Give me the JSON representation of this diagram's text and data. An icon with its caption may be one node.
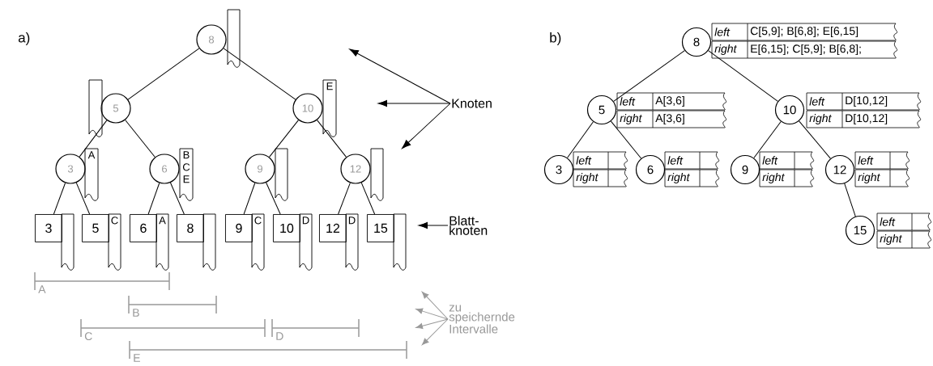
{
  "diagram": {
    "nodes": [
      {
        "text": [
          "8"
        ]
      },
      {
        "text": [
          "5"
        ]
      },
      {
        "text": [
          "10"
        ],
        "beside": [
          "E"
        ]
      },
      {
        "text": [
          "3"
        ],
        "beside": [
          "A"
        ]
      },
      {
        "text": [
          "6"
        ],
        "beside": [
          "B",
          "C",
          "E"
        ]
      },
      {
        "text": [
          "9"
        ]
      },
      {
        "text": [
          "12"
        ]
      },
      {
        "text": [
          "3"
        ]
      },
      {
        "text": [
          "5"
        ],
        "beside": [
          "C"
        ]
      },
      {
        "text": [
          "6"
        ],
        "beside": [
          "A"
        ]
      },
      {
        "text": [
          "8"
        ]
      },
      {
        "text": [
          "9"
        ],
        "beside": [
          "C"
        ]
      },
      {
        "text": [
          "10"
        ],
        "beside": [
          "D"
        ]
      },
      {
        "text": [
          "12"
        ],
        "beside": [
          "D"
        ]
      },
      {
        "text": [
          "15"
        ]
      },
      {
        "text": [
          "Knoten"
        ]
      },
      {
        "text": [
          "Blatt- knoten"
        ]
      },
      {
        "text": [
          "zu speichernde Intervalle"
        ]
      },
      {
        "text": [
          "8"
        ],
        "beside": [
          "left",
          "C[5,9]; B[6,8]; E[6,15]",
          "right",
          "E[6,15]; C[5,9]; B[6,8];"
        ]
      },
      {
        "text": [
          "5"
        ],
        "beside": [
          "left",
          "A[3,6]",
          "right",
          "A[3,6]"
        ]
      },
      {
        "text": [
          "10"
        ],
        "beside": [
          "left",
          "D[10,12]",
          "right",
          "D[10,12]"
        ]
      },
      {
        "text": [
          "3"
        ],
        "beside": [
          "left",
          "right"
        ]
      },
      {
        "text": [
          "6"
        ],
        "beside": [
          "left",
          "right"
        ]
      },
      {
        "text": [
          "9"
        ],
        "beside": [
          "left",
          "right"
        ]
      },
      {
        "text": [
          "12"
        ],
        "beside": [
          "left",
          "right"
        ]
      },
      {
        "text": [
          "15"
        ],
        "beside": [
          "left",
          "right"
        ]
      }
    ],
    "edges": [
      {
        "from": 0,
        "to": 1,
        "arrow": "none"
      },
      {
        "from": 0,
        "to": 2,
        "arrow": "none"
      },
      {
        "from": 1,
        "to": 3,
        "arrow": "none"
      },
      {
        "from": 1,
        "to": 4,
        "arrow": "none"
      },
      {
        "from": 2,
        "to": 5,
        "arrow": "none"
      },
      {
        "from": 2,
        "to": 6,
        "arrow": "none"
      },
      {
        "from": 3,
        "to": 7,
        "arrow": "none"
      },
      {
        "from": 3,
        "to": 8,
        "arrow": "none"
      },
      {
        "from": 4,
        "to": 9,
        "arrow": "none"
      },
      {
        "from": 4,
        "to": 10,
        "arrow": "none"
      },
      {
        "from": 5,
        "to": 11,
        "arrow": "none"
      },
      {
        "from": 5,
        "to": 12,
        "arrow": "none"
      },
      {
        "from": 6,
        "to": 13,
        "arrow": "none"
      },
      {
        "from": 6,
        "to": 14,
        "arrow": "none"
      },
      {
        "from": 15,
        "to": null,
        "arrow": "to"
      },
      {
        "from": 15,
        "to": null,
        "arrow": "to"
      },
      {
        "from": 15,
        "to": null,
        "arrow": "to"
      },
      {
        "from": 16,
        "to": null,
        "arrow": "to"
      },
      {
        "from": 17,
        "to": null,
        "arrow": "to",
        "color": "#999999"
      },
      {
        "from": 17,
        "to": null,
        "arrow": "to",
        "color": "#999999"
      },
      {
        "from": 17,
        "to": null,
        "arrow": "to",
        "color": "#999999"
      },
      {
        "from": 17,
        "to": null,
        "arrow": "to",
        "color": "#999999"
      },
      {
        "from": 18,
        "to": 19,
        "arrow": "none"
      },
      {
        "from": 18,
        "to": 20,
        "arrow": "none"
      },
      {
        "from": 19,
        "to": 21,
        "arrow": "none"
      },
      {
        "from": 19,
        "to": 22,
        "arrow": "none"
      },
      {
        "from": 20,
        "to": 23,
        "arrow": "none"
      },
      {
        "from": 20,
        "to": 24,
        "arrow": "none"
      },
      {
        "from": 24,
        "to": 25,
        "arrow": "none"
      }
    ],
    "labels": [
      "a)",
      "A",
      "B",
      "C",
      "D",
      "E",
      "b)"
    ]
  }
}
